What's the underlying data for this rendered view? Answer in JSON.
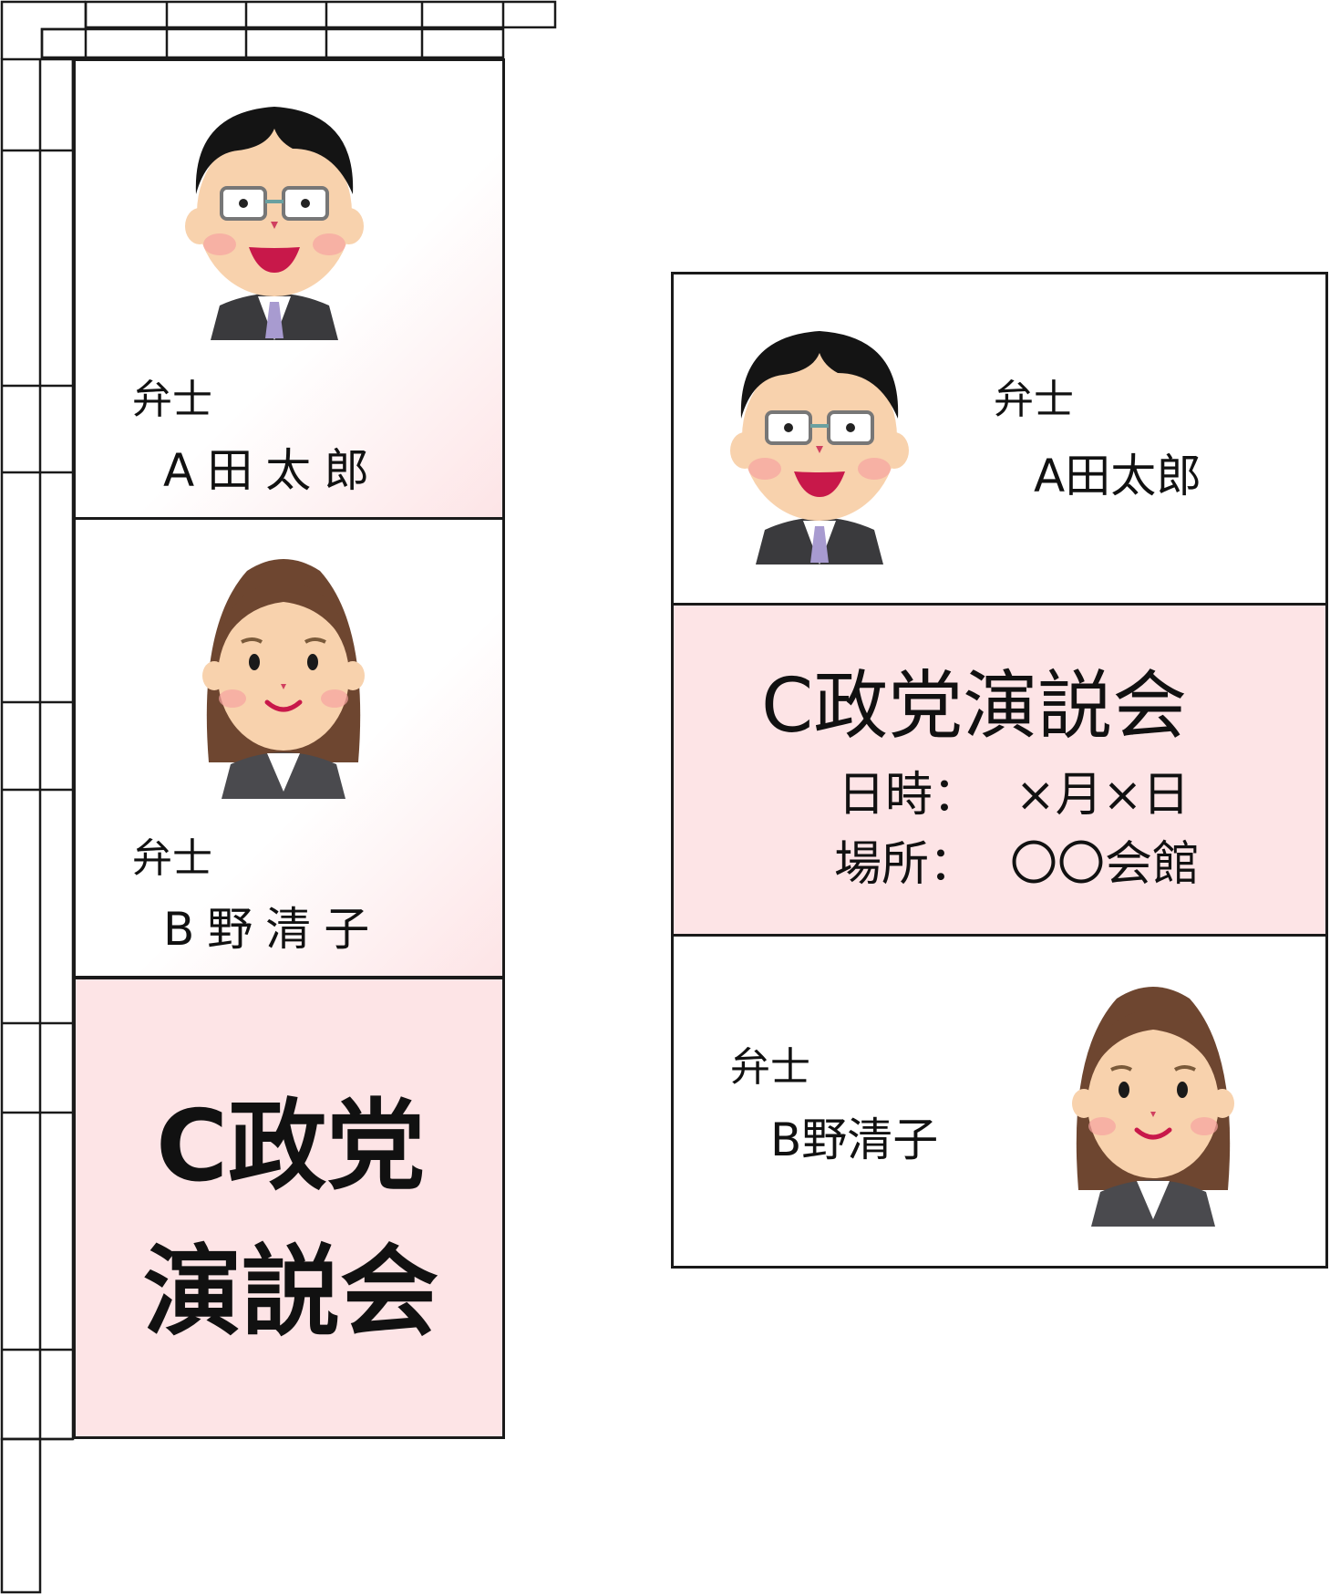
{
  "banner": {
    "p1": {
      "title": "弁士",
      "name": "A田太郎"
    },
    "p2": {
      "title": "弁士",
      "name": "B野清子"
    },
    "event_line1": "C政党",
    "event_line2": "演説会"
  },
  "sign": {
    "speaker1": {
      "title": "弁士",
      "name": "A田太郎"
    },
    "event_title": "C政党演説会",
    "datetime_label": "日時：",
    "datetime_value": "×月×日",
    "place_label": "場所：",
    "place_value": "〇〇会館",
    "speaker2": {
      "title": "弁士",
      "name": "B野清子"
    }
  },
  "icons": [
    "flag-pole-icon",
    "man-avatar-icon",
    "woman-avatar-icon"
  ],
  "colors": {
    "accent_pink": "#fde4e6",
    "border": "#1a1a1a"
  }
}
